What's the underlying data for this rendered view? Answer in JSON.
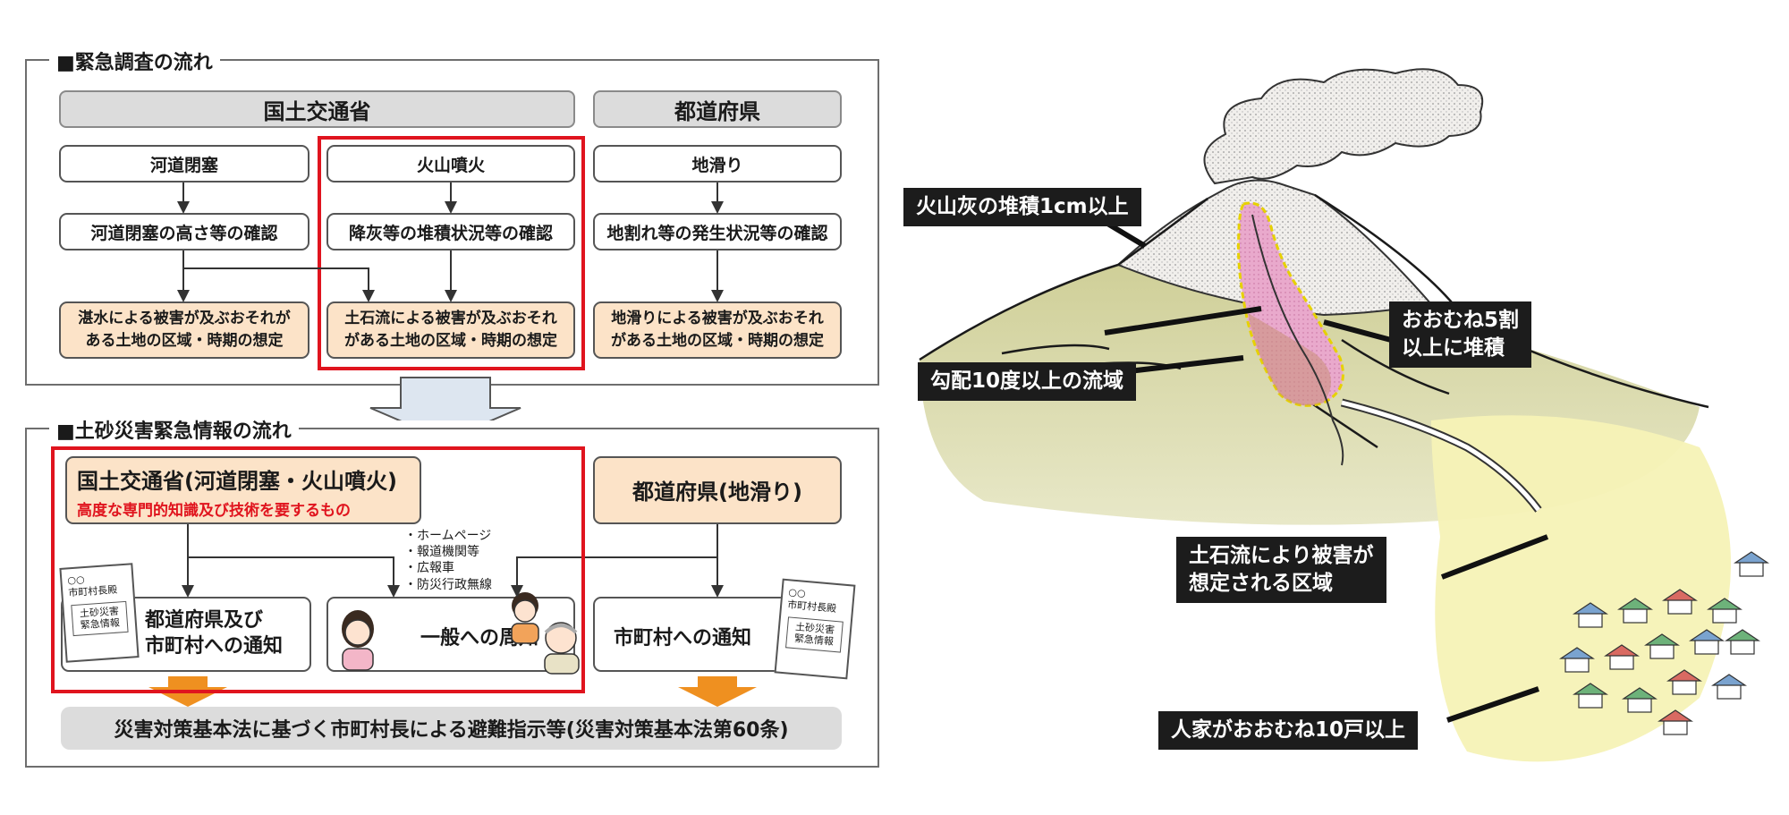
{
  "flow1": {
    "title": "■緊急調査の流れ",
    "agencies": [
      "国土交通省",
      "都道府県"
    ],
    "columns": [
      {
        "trigger": "河道閉塞",
        "check": "河道閉塞の高さ等の確認",
        "result": "湛水による被害が及ぶおそれが\nある土地の区域・時期の想定"
      },
      {
        "trigger": "火山噴火",
        "check": "降灰等の堆積状況等の確認",
        "result": "土石流による被害が及ぶおそれ\nがある土地の区域・時期の想定"
      },
      {
        "trigger": "地滑り",
        "check": "地割れ等の発生状況等の確認",
        "result": "地滑りによる被害が及ぶおそれ\nがある土地の区域・時期の想定"
      }
    ]
  },
  "flow2": {
    "title": "■土砂災害緊急情報の流れ",
    "mlit_title": "国土交通省(河道閉塞・火山噴火)",
    "mlit_sub": "高度な専門的知識及び技術を要するもの",
    "pref_title": "都道府県(地滑り)",
    "channels": [
      "・ホームページ",
      "・報道機関等",
      "・広報車",
      "・防災行政無線"
    ],
    "notify_pref": "都道府県及び\n市町村への通知",
    "public": "一般への周知",
    "notify_city": "市町村への通知",
    "paper_text": "○○\n市町村長殿",
    "paper_inner": "土砂災害\n緊急情報",
    "bottom": "災害対策基本法に基づく市町村長による避難指示等(災害対策基本法第60条)"
  },
  "illustration": {
    "labels": {
      "ash": "火山灰の堆積1cm以上",
      "half": "おおむね5割\n以上に堆積",
      "slope": "勾配10度以上の流域",
      "debris": "土石流により被害が\n想定される区域",
      "houses": "人家がおおむね10戸以上"
    },
    "colors": {
      "mountain_ash": "#f1efec",
      "slope_green": "#d2d3a0",
      "zone_pink": "#e9a9cc",
      "hazard_yellow": "#f5f2b6",
      "red_frame": "#e0141e",
      "peach_box": "#fce3c8",
      "arrow_orange": "#ef9020"
    }
  }
}
